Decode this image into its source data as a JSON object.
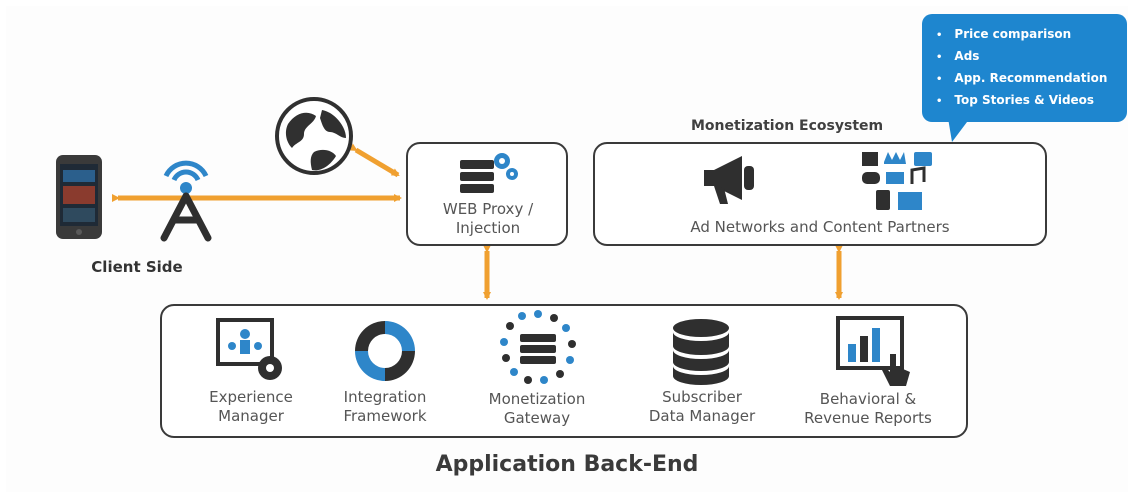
{
  "callout": {
    "items": [
      "Price comparison",
      "Ads",
      "App. Recommendation",
      "Top Stories & Videos"
    ]
  },
  "headings": {
    "monetization_ecosystem": "Monetization Ecosystem",
    "client_side": "Client Side",
    "application_backend": "Application Back-End"
  },
  "nodes": {
    "web_proxy": "WEB Proxy /\nInjection",
    "ad_networks": "Ad Networks and Content Partners"
  },
  "backend_modules": [
    {
      "label": "Experience\nManager",
      "icon": "experience-manager-icon"
    },
    {
      "label": "Integration\nFramework",
      "icon": "integration-framework-icon"
    },
    {
      "label": "Monetization\nGateway",
      "icon": "monetization-gateway-icon"
    },
    {
      "label": "Subscriber\nData Manager",
      "icon": "database-icon"
    },
    {
      "label": "Behavioral &\nRevenue Reports",
      "icon": "reports-icon"
    }
  ],
  "colors": {
    "arrow": "#f0a030",
    "callout": "#1e86cf",
    "icon_dark": "#3d3d3d",
    "icon_blue": "#2e86c9",
    "box_border": "#3a3a3a"
  }
}
